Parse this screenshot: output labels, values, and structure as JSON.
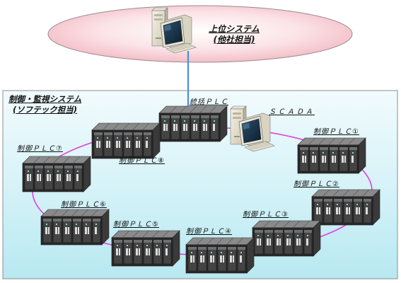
{
  "upper_system": {
    "title": "上位システム",
    "subtitle": "(他社担当)"
  },
  "control_system": {
    "title": "制御・監視システム",
    "subtitle": "(ソフテック担当)"
  },
  "nodes": {
    "master": "統括ＰＬＣ",
    "scada": "ＳＣＡＤＡ",
    "plc1": "制御ＰＬＣ①",
    "plc2": "制御ＰＬＣ②",
    "plc3": "制御ＰＬＣ③",
    "plc4": "制御ＰＬＣ④",
    "plc5": "制御ＰＬＣ⑤",
    "plc6": "制御ＰＬＣ⑥",
    "plc7": "制御ＰＬＣ⑦",
    "plc8": "制御ＰＬＣ⑧"
  },
  "colors": {
    "upper_zone_fill": "#f6c4cc",
    "control_zone_fill": "#c8eef4",
    "ring": "#e040e0",
    "uplink": "#4a8fd8",
    "plc_body": "#2a2a2a"
  },
  "icons": {
    "computer": "desktop-computer-icon",
    "plc": "plc-rack-icon"
  }
}
